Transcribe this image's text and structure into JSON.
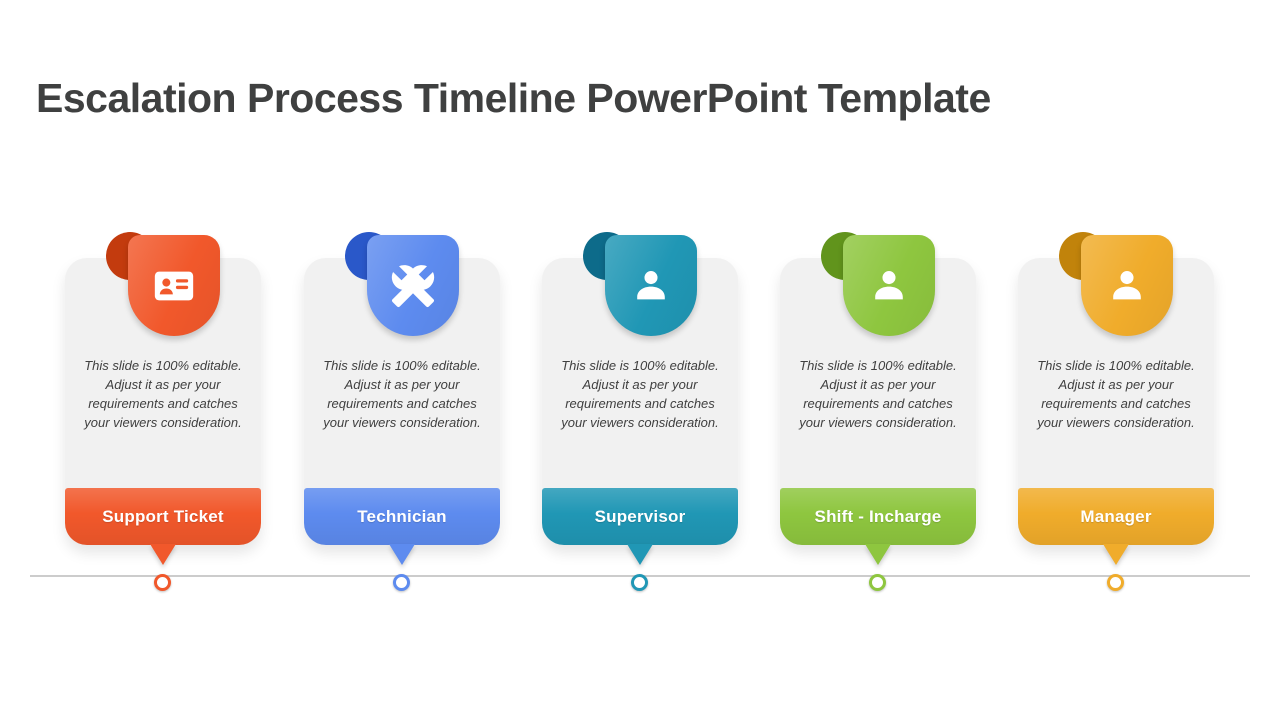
{
  "slide": {
    "title": "Escalation Process Timeline PowerPoint Template"
  },
  "cards": [
    {
      "label": "Support Ticket",
      "description": "This slide is 100% editable. Adjust it as per your requirements and catches your viewers consideration.",
      "icon": "id-card-icon",
      "color": "#F1582B",
      "color_dark": "#C33B0E"
    },
    {
      "label": "Technician",
      "description": "This slide is 100% editable. Adjust it as per your requirements and catches your viewers consideration.",
      "icon": "tools-icon",
      "color": "#5D8BEF",
      "color_dark": "#2A58C9"
    },
    {
      "label": "Supervisor",
      "description": "This slide is 100% editable. Adjust it as per your requirements and catches your viewers consideration.",
      "icon": "person-icon",
      "color": "#2097B5",
      "color_dark": "#0D6B8A"
    },
    {
      "label": "Shift - Incharge",
      "description": "This slide is 100% editable. Adjust it as per your requirements and catches your viewers consideration.",
      "icon": "person-icon",
      "color": "#8EC63F",
      "color_dark": "#61941C"
    },
    {
      "label": "Manager",
      "description": "This slide is 100% editable. Adjust it as per your requirements and catches your viewers consideration.",
      "icon": "person-icon",
      "color": "#F0AC2B",
      "color_dark": "#C1830B"
    }
  ],
  "timeline": {
    "marker_count": 5
  }
}
